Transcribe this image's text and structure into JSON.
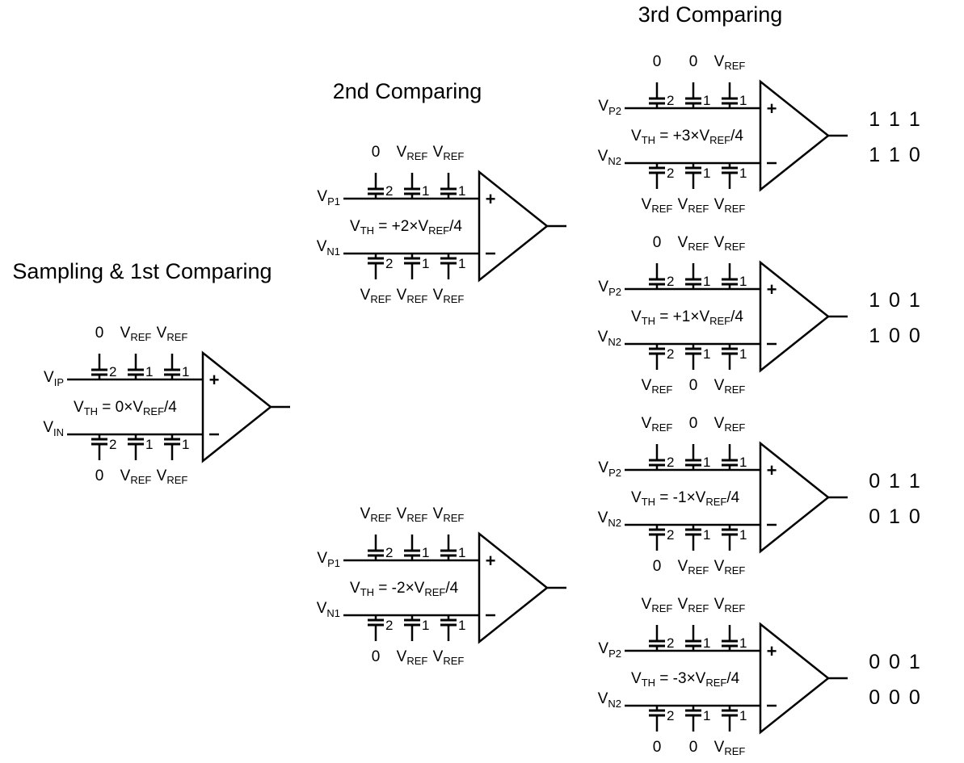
{
  "sections": {
    "sampling": "Sampling & 1st Comparing",
    "second": "2nd Comparing",
    "third": "3rd Comparing"
  },
  "stages": [
    {
      "id": "s1",
      "in_p": {
        "main": "V",
        "sub": "IP"
      },
      "in_n": {
        "main": "V",
        "sub": "IN"
      },
      "vth": {
        "pre": "V",
        "sub": "TH",
        "mid": " = 0×V",
        "sub2": "REF",
        "post": "/4"
      },
      "top_refs": [
        "0",
        "VREF",
        "VREF"
      ],
      "bot_refs": [
        "0",
        "VREF",
        "VREF"
      ],
      "weights": [
        "2",
        "1",
        "1"
      ],
      "outputs": []
    },
    {
      "id": "s2a",
      "in_p": {
        "main": "V",
        "sub": "P1"
      },
      "in_n": {
        "main": "V",
        "sub": "N1"
      },
      "vth": {
        "pre": "V",
        "sub": "TH",
        "mid": " = +2×V",
        "sub2": "REF",
        "post": "/4"
      },
      "top_refs": [
        "0",
        "VREF",
        "VREF"
      ],
      "bot_refs": [
        "VREF",
        "VREF",
        "VREF"
      ],
      "weights": [
        "2",
        "1",
        "1"
      ],
      "outputs": []
    },
    {
      "id": "s2b",
      "in_p": {
        "main": "V",
        "sub": "P1"
      },
      "in_n": {
        "main": "V",
        "sub": "N1"
      },
      "vth": {
        "pre": "V",
        "sub": "TH",
        "mid": " =  -2×V",
        "sub2": "REF",
        "post": "/4"
      },
      "top_refs": [
        "VREF",
        "VREF",
        "VREF"
      ],
      "bot_refs": [
        "0",
        "VREF",
        "VREF"
      ],
      "weights": [
        "2",
        "1",
        "1"
      ],
      "outputs": []
    },
    {
      "id": "s3a",
      "in_p": {
        "main": "V",
        "sub": "P2"
      },
      "in_n": {
        "main": "V",
        "sub": "N2"
      },
      "vth": {
        "pre": "V",
        "sub": "TH",
        "mid": " =  +3×V",
        "sub2": "REF",
        "post": "/4"
      },
      "top_refs": [
        "0",
        "0",
        "VREF"
      ],
      "bot_refs": [
        "VREF",
        "VREF",
        "VREF"
      ],
      "weights": [
        "2",
        "1",
        "1"
      ],
      "outputs": [
        "1 1 1",
        "1 1 0"
      ]
    },
    {
      "id": "s3b",
      "in_p": {
        "main": "V",
        "sub": "P2"
      },
      "in_n": {
        "main": "V",
        "sub": "N2"
      },
      "vth": {
        "pre": "V",
        "sub": "TH",
        "mid": " =  +1×V",
        "sub2": "REF",
        "post": "/4"
      },
      "top_refs": [
        "0",
        "VREF",
        "VREF"
      ],
      "bot_refs": [
        "VREF",
        "0",
        "VREF"
      ],
      "weights": [
        "2",
        "1",
        "1"
      ],
      "outputs": [
        "1 0 1",
        "1 0 0"
      ]
    },
    {
      "id": "s3c",
      "in_p": {
        "main": "V",
        "sub": "P2"
      },
      "in_n": {
        "main": "V",
        "sub": "N2"
      },
      "vth": {
        "pre": "V",
        "sub": "TH",
        "mid": " =  -1×V",
        "sub2": "REF",
        "post": "/4"
      },
      "top_refs": [
        "VREF",
        "0",
        "VREF"
      ],
      "bot_refs": [
        "0",
        "VREF",
        "VREF"
      ],
      "weights": [
        "2",
        "1",
        "1"
      ],
      "outputs": [
        "0 1 1",
        "0 1 0"
      ]
    },
    {
      "id": "s3d",
      "in_p": {
        "main": "V",
        "sub": "P2"
      },
      "in_n": {
        "main": "V",
        "sub": "N2"
      },
      "vth": {
        "pre": "V",
        "sub": "TH",
        "mid": " =  -3×V",
        "sub2": "REF",
        "post": "/4"
      },
      "top_refs": [
        "VREF",
        "VREF",
        "VREF"
      ],
      "bot_refs": [
        "0",
        "0",
        "VREF"
      ],
      "weights": [
        "2",
        "1",
        "1"
      ],
      "outputs": [
        "0 0 1",
        "0 0 0"
      ]
    }
  ]
}
